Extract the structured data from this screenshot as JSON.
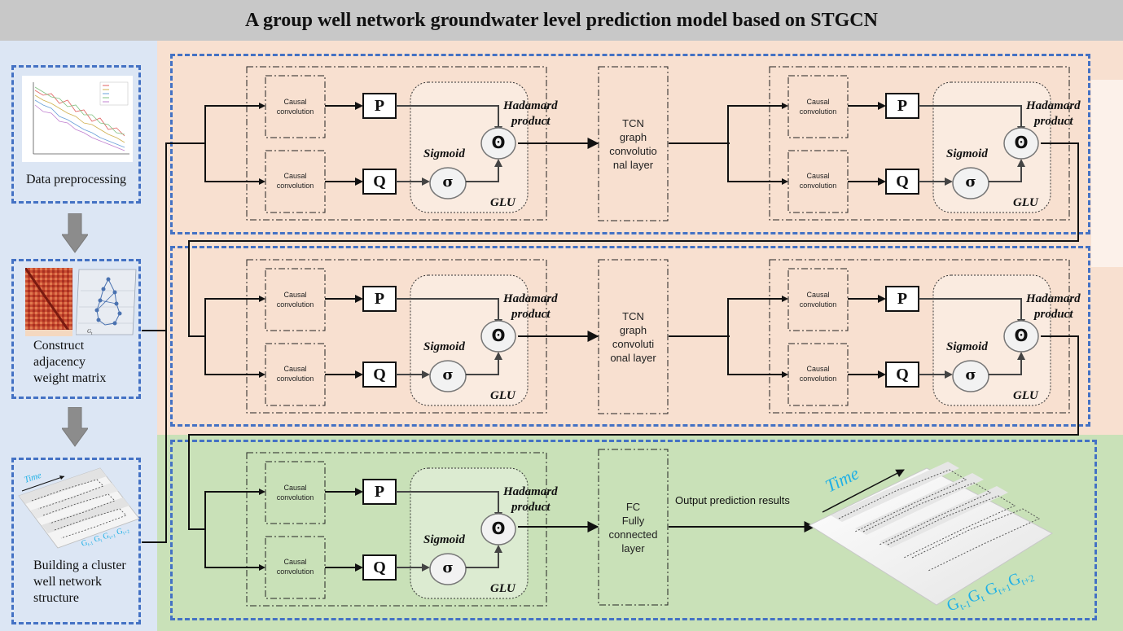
{
  "title": "A group well network groundwater level prediction model based on STGCN",
  "left_steps": {
    "data_preprocessing": "Data preprocessing",
    "adjacency": [
      "Construct",
      "adjacency",
      "weight matrix"
    ],
    "cluster": [
      "Building a cluster",
      "well network",
      "structure"
    ]
  },
  "block": {
    "causal_label": [
      "Causal",
      "convolution"
    ],
    "p_label": "P",
    "q_label": "Q",
    "sigmoid_label": "Sigmoid",
    "sigma_symbol": "σ",
    "odot_symbol": "ʘ",
    "hadamard_label": [
      "Hadamard",
      "product"
    ],
    "glu_label": "GLU"
  },
  "middle_labels": {
    "row1": [
      "TCN",
      "graph",
      "convolutio",
      "nal layer"
    ],
    "row2": [
      "TCN",
      "graph",
      "convoluti",
      "onal layer"
    ],
    "row3": [
      "FC",
      "Fully",
      "connected",
      "layer"
    ]
  },
  "output_label": "Output prediction results",
  "time_label": "Time",
  "graph_labels": [
    "G",
    "t-1",
    "G",
    "t",
    "G",
    "t+1",
    "G",
    "t+2"
  ],
  "adj_graph_label": "G",
  "adj_graph_sub": "t",
  "colors": {
    "left_panel": "#dce6f4",
    "mid_panel": "#f8e0d0",
    "bottom_panel": "#c9e1b8",
    "dash_blue": "#4472c4",
    "cyan_text": "#1fb0e6"
  }
}
